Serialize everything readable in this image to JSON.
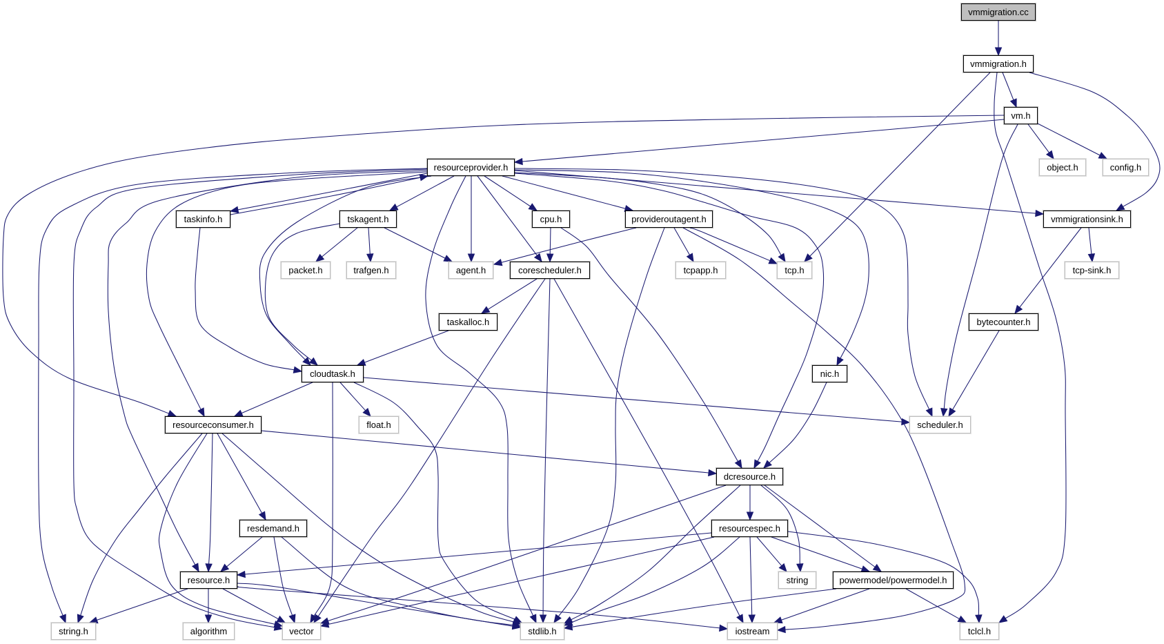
{
  "graph": {
    "colors": {
      "background": "#ffffff",
      "edge": "#191970",
      "root_fill": "#bfbfbf",
      "documented_border": "#000000",
      "external_border": "#bfbfbf",
      "label": "#000000"
    },
    "nodes": [
      {
        "label": "vmmigration.cc",
        "kind": "root"
      },
      {
        "label": "vmmigration.h",
        "kind": "documented"
      },
      {
        "label": "vm.h",
        "kind": "documented"
      },
      {
        "label": "resourceprovider.h",
        "kind": "documented"
      },
      {
        "label": "object.h",
        "kind": "external"
      },
      {
        "label": "config.h",
        "kind": "external"
      },
      {
        "label": "taskinfo.h",
        "kind": "documented"
      },
      {
        "label": "tskagent.h",
        "kind": "documented"
      },
      {
        "label": "cpu.h",
        "kind": "documented"
      },
      {
        "label": "provideroutagent.h",
        "kind": "documented"
      },
      {
        "label": "vmmigrationsink.h",
        "kind": "documented"
      },
      {
        "label": "packet.h",
        "kind": "external"
      },
      {
        "label": "trafgen.h",
        "kind": "external"
      },
      {
        "label": "agent.h",
        "kind": "external"
      },
      {
        "label": "corescheduler.h",
        "kind": "documented"
      },
      {
        "label": "tcpapp.h",
        "kind": "external"
      },
      {
        "label": "tcp.h",
        "kind": "external"
      },
      {
        "label": "tcp-sink.h",
        "kind": "external"
      },
      {
        "label": "taskalloc.h",
        "kind": "documented"
      },
      {
        "label": "bytecounter.h",
        "kind": "documented"
      },
      {
        "label": "cloudtask.h",
        "kind": "documented"
      },
      {
        "label": "nic.h",
        "kind": "documented"
      },
      {
        "label": "resourceconsumer.h",
        "kind": "documented"
      },
      {
        "label": "float.h",
        "kind": "external"
      },
      {
        "label": "scheduler.h",
        "kind": "external"
      },
      {
        "label": "dcresource.h",
        "kind": "documented"
      },
      {
        "label": "resdemand.h",
        "kind": "documented"
      },
      {
        "label": "resourcespec.h",
        "kind": "documented"
      },
      {
        "label": "resource.h",
        "kind": "documented"
      },
      {
        "label": "string",
        "kind": "external"
      },
      {
        "label": "powermodel/powermodel.h",
        "kind": "documented"
      },
      {
        "label": "string.h",
        "kind": "external"
      },
      {
        "label": "algorithm",
        "kind": "external"
      },
      {
        "label": "vector",
        "kind": "external"
      },
      {
        "label": "stdlib.h",
        "kind": "external"
      },
      {
        "label": "iostream",
        "kind": "external"
      },
      {
        "label": "tclcl.h",
        "kind": "external"
      }
    ],
    "edges": [
      {
        "from": "vmmigration.cc",
        "to": "vmmigration.h"
      },
      {
        "from": "vmmigration.h",
        "to": "vm.h"
      },
      {
        "from": "vmmigration.h",
        "to": "tcp.h"
      },
      {
        "from": "vmmigration.h",
        "to": "tclcl.h"
      },
      {
        "from": "vmmigration.h",
        "to": "vmmigrationsink.h"
      },
      {
        "from": "vm.h",
        "to": "resourceprovider.h"
      },
      {
        "from": "vm.h",
        "to": "resourceconsumer.h"
      },
      {
        "from": "vm.h",
        "to": "object.h"
      },
      {
        "from": "vm.h",
        "to": "config.h"
      },
      {
        "from": "vm.h",
        "to": "scheduler.h"
      },
      {
        "from": "resourceprovider.h",
        "to": "taskinfo.h"
      },
      {
        "from": "resourceprovider.h",
        "to": "tskagent.h"
      },
      {
        "from": "resourceprovider.h",
        "to": "cpu.h"
      },
      {
        "from": "resourceprovider.h",
        "to": "provideroutagent.h"
      },
      {
        "from": "resourceprovider.h",
        "to": "vmmigrationsink.h"
      },
      {
        "from": "resourceprovider.h",
        "to": "agent.h"
      },
      {
        "from": "resourceprovider.h",
        "to": "corescheduler.h"
      },
      {
        "from": "resourceprovider.h",
        "to": "tcp.h"
      },
      {
        "from": "resourceprovider.h",
        "to": "cloudtask.h"
      },
      {
        "from": "resourceprovider.h",
        "to": "nic.h"
      },
      {
        "from": "resourceprovider.h",
        "to": "resourceconsumer.h"
      },
      {
        "from": "resourceprovider.h",
        "to": "scheduler.h"
      },
      {
        "from": "resourceprovider.h",
        "to": "dcresource.h"
      },
      {
        "from": "resourceprovider.h",
        "to": "resource.h"
      },
      {
        "from": "resourceprovider.h",
        "to": "string.h"
      },
      {
        "from": "resourceprovider.h",
        "to": "vector"
      },
      {
        "from": "resourceprovider.h",
        "to": "stdlib.h"
      },
      {
        "from": "taskinfo.h",
        "to": "resourceprovider.h"
      },
      {
        "from": "taskinfo.h",
        "to": "cloudtask.h"
      },
      {
        "from": "tskagent.h",
        "to": "packet.h"
      },
      {
        "from": "tskagent.h",
        "to": "trafgen.h"
      },
      {
        "from": "tskagent.h",
        "to": "agent.h"
      },
      {
        "from": "tskagent.h",
        "to": "cloudtask.h"
      },
      {
        "from": "cpu.h",
        "to": "corescheduler.h"
      },
      {
        "from": "cpu.h",
        "to": "dcresource.h"
      },
      {
        "from": "provideroutagent.h",
        "to": "agent.h"
      },
      {
        "from": "provideroutagent.h",
        "to": "tcpapp.h"
      },
      {
        "from": "provideroutagent.h",
        "to": "tcp.h"
      },
      {
        "from": "provideroutagent.h",
        "to": "stdlib.h"
      },
      {
        "from": "provideroutagent.h",
        "to": "iostream"
      },
      {
        "from": "vmmigrationsink.h",
        "to": "tcp-sink.h"
      },
      {
        "from": "vmmigrationsink.h",
        "to": "bytecounter.h"
      },
      {
        "from": "corescheduler.h",
        "to": "taskalloc.h"
      },
      {
        "from": "corescheduler.h",
        "to": "vector"
      },
      {
        "from": "corescheduler.h",
        "to": "stdlib.h"
      },
      {
        "from": "corescheduler.h",
        "to": "iostream"
      },
      {
        "from": "taskalloc.h",
        "to": "cloudtask.h"
      },
      {
        "from": "bytecounter.h",
        "to": "scheduler.h"
      },
      {
        "from": "cloudtask.h",
        "to": "resourceconsumer.h"
      },
      {
        "from": "cloudtask.h",
        "to": "float.h"
      },
      {
        "from": "cloudtask.h",
        "to": "scheduler.h"
      },
      {
        "from": "cloudtask.h",
        "to": "vector"
      },
      {
        "from": "cloudtask.h",
        "to": "stdlib.h"
      },
      {
        "from": "nic.h",
        "to": "dcresource.h"
      },
      {
        "from": "resourceconsumer.h",
        "to": "dcresource.h"
      },
      {
        "from": "resourceconsumer.h",
        "to": "resdemand.h"
      },
      {
        "from": "resourceconsumer.h",
        "to": "resource.h"
      },
      {
        "from": "resourceconsumer.h",
        "to": "string.h"
      },
      {
        "from": "resourceconsumer.h",
        "to": "vector"
      },
      {
        "from": "resourceconsumer.h",
        "to": "stdlib.h"
      },
      {
        "from": "dcresource.h",
        "to": "resourcespec.h"
      },
      {
        "from": "dcresource.h",
        "to": "string"
      },
      {
        "from": "dcresource.h",
        "to": "powermodel/powermodel.h"
      },
      {
        "from": "dcresource.h",
        "to": "vector"
      },
      {
        "from": "dcresource.h",
        "to": "stdlib.h"
      },
      {
        "from": "resdemand.h",
        "to": "resource.h"
      },
      {
        "from": "resdemand.h",
        "to": "vector"
      },
      {
        "from": "resdemand.h",
        "to": "stdlib.h"
      },
      {
        "from": "resourcespec.h",
        "to": "resource.h"
      },
      {
        "from": "resourcespec.h",
        "to": "string"
      },
      {
        "from": "resourcespec.h",
        "to": "powermodel/powermodel.h"
      },
      {
        "from": "resourcespec.h",
        "to": "vector"
      },
      {
        "from": "resourcespec.h",
        "to": "stdlib.h"
      },
      {
        "from": "resourcespec.h",
        "to": "iostream"
      },
      {
        "from": "resourcespec.h",
        "to": "tclcl.h"
      },
      {
        "from": "resource.h",
        "to": "string.h"
      },
      {
        "from": "resource.h",
        "to": "algorithm"
      },
      {
        "from": "resource.h",
        "to": "vector"
      },
      {
        "from": "resource.h",
        "to": "stdlib.h"
      },
      {
        "from": "resource.h",
        "to": "iostream"
      },
      {
        "from": "powermodel/powermodel.h",
        "to": "stdlib.h"
      },
      {
        "from": "powermodel/powermodel.h",
        "to": "iostream"
      },
      {
        "from": "powermodel/powermodel.h",
        "to": "tclcl.h"
      }
    ]
  }
}
